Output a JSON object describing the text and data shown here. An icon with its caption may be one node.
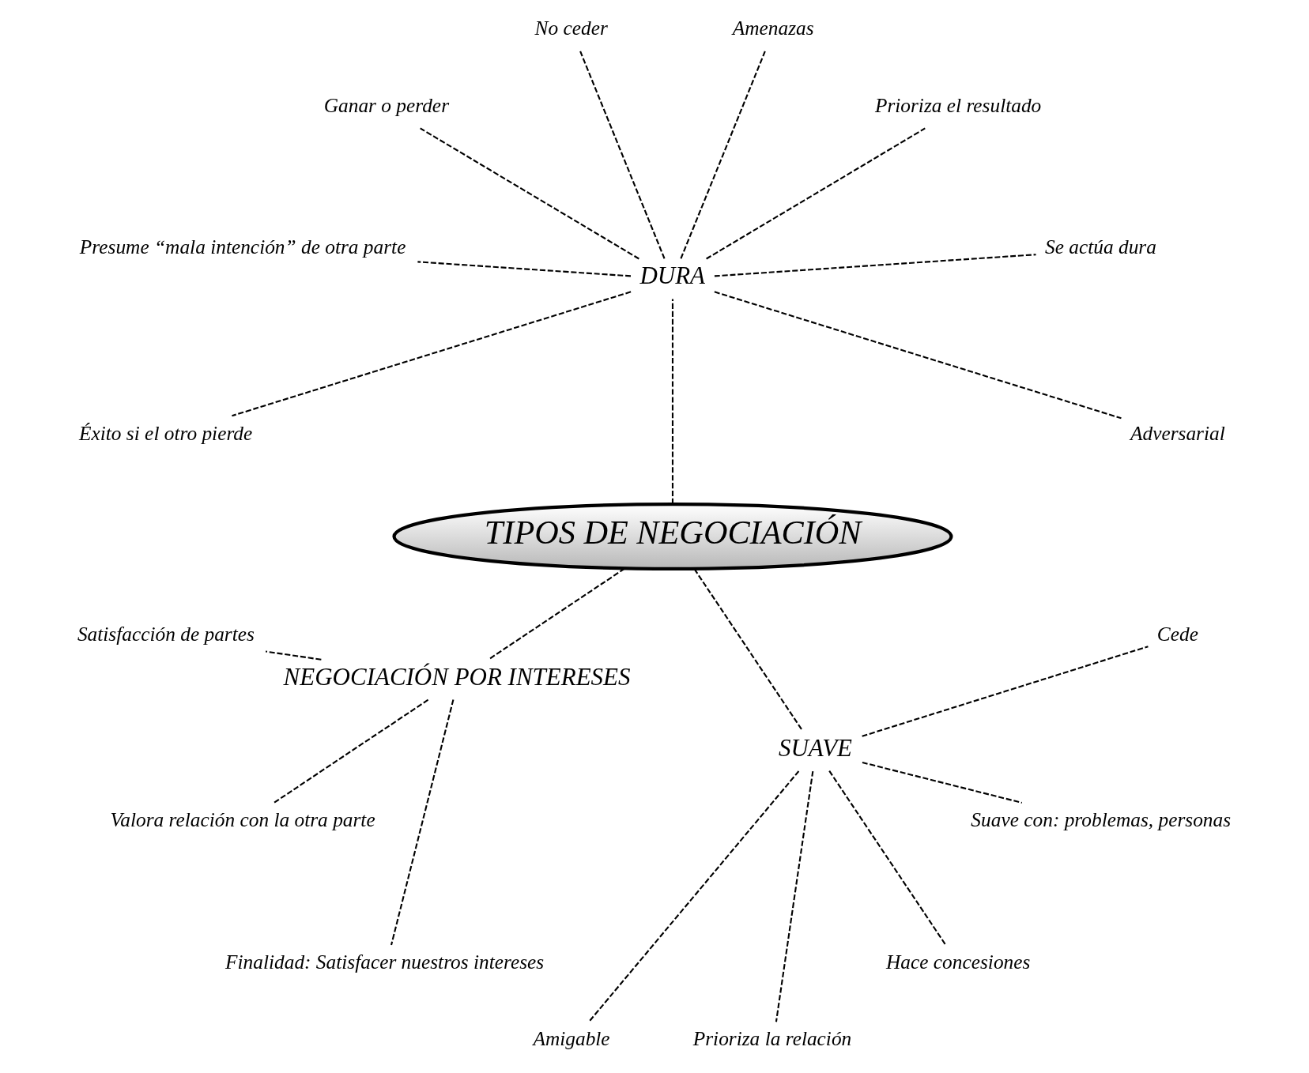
{
  "diagram": {
    "nodes": [
      {
        "text": [
          "TIPOS DE NEGOCIACIÓN"
        ]
      },
      {
        "text": [
          "DURA"
        ]
      },
      {
        "text": [
          "Adversarial"
        ]
      },
      {
        "text": [
          "Se actúa dura"
        ]
      },
      {
        "text": [
          "Prioriza el resultado"
        ]
      },
      {
        "text": [
          "Amenazas"
        ]
      },
      {
        "text": [
          "No ceder"
        ]
      },
      {
        "text": [
          "Ganar o perder"
        ]
      },
      {
        "text": [
          "Presume “mala intención” de otra parte"
        ]
      },
      {
        "text": [
          "Éxito si el otro pierde"
        ]
      },
      {
        "text": [
          "NEGOCIACIÓN POR INTERESES"
        ]
      },
      {
        "text": [
          "Satisfacción de partes"
        ]
      },
      {
        "text": [
          "Valora relación con la otra parte"
        ]
      },
      {
        "text": [
          "Finalidad: Satisfacer nuestros intereses"
        ]
      },
      {
        "text": [
          "SUAVE"
        ]
      },
      {
        "text": [
          "Amigable"
        ]
      },
      {
        "text": [
          "Prioriza la relación"
        ]
      },
      {
        "text": [
          "Hace concesiones"
        ]
      },
      {
        "text": [
          "Suave con: problemas, personas"
        ]
      },
      {
        "text": [
          "Cede"
        ]
      }
    ],
    "edges": [
      {
        "from": 0,
        "to": 1,
        "arrow": "none",
        "style": "dashed"
      },
      {
        "from": 1,
        "to": 2,
        "arrow": "none",
        "style": "dashed"
      },
      {
        "from": 1,
        "to": 3,
        "arrow": "none",
        "style": "dashed"
      },
      {
        "from": 1,
        "to": 4,
        "arrow": "none",
        "style": "dashed"
      },
      {
        "from": 1,
        "to": 5,
        "arrow": "none",
        "style": "dashed"
      },
      {
        "from": 1,
        "to": 6,
        "arrow": "none",
        "style": "dashed"
      },
      {
        "from": 1,
        "to": 7,
        "arrow": "none",
        "style": "dashed"
      },
      {
        "from": 1,
        "to": 8,
        "arrow": "none",
        "style": "dashed"
      },
      {
        "from": 1,
        "to": 9,
        "arrow": "none",
        "style": "dashed"
      },
      {
        "from": 0,
        "to": 10,
        "arrow": "none",
        "style": "dashed"
      },
      {
        "from": 10,
        "to": 11,
        "arrow": "none",
        "style": "dashed"
      },
      {
        "from": 10,
        "to": 12,
        "arrow": "none",
        "style": "dashed"
      },
      {
        "from": 10,
        "to": 13,
        "arrow": "none",
        "style": "dashed"
      },
      {
        "from": 0,
        "to": 14,
        "arrow": "none",
        "style": "dashed"
      },
      {
        "from": 14,
        "to": 15,
        "arrow": "none",
        "style": "dashed"
      },
      {
        "from": 14,
        "to": 16,
        "arrow": "none",
        "style": "dashed"
      },
      {
        "from": 14,
        "to": 17,
        "arrow": "none",
        "style": "dashed"
      },
      {
        "from": 14,
        "to": 18,
        "arrow": "none",
        "style": "dashed"
      },
      {
        "from": 14,
        "to": 19,
        "arrow": "none",
        "style": "dashed"
      }
    ]
  }
}
